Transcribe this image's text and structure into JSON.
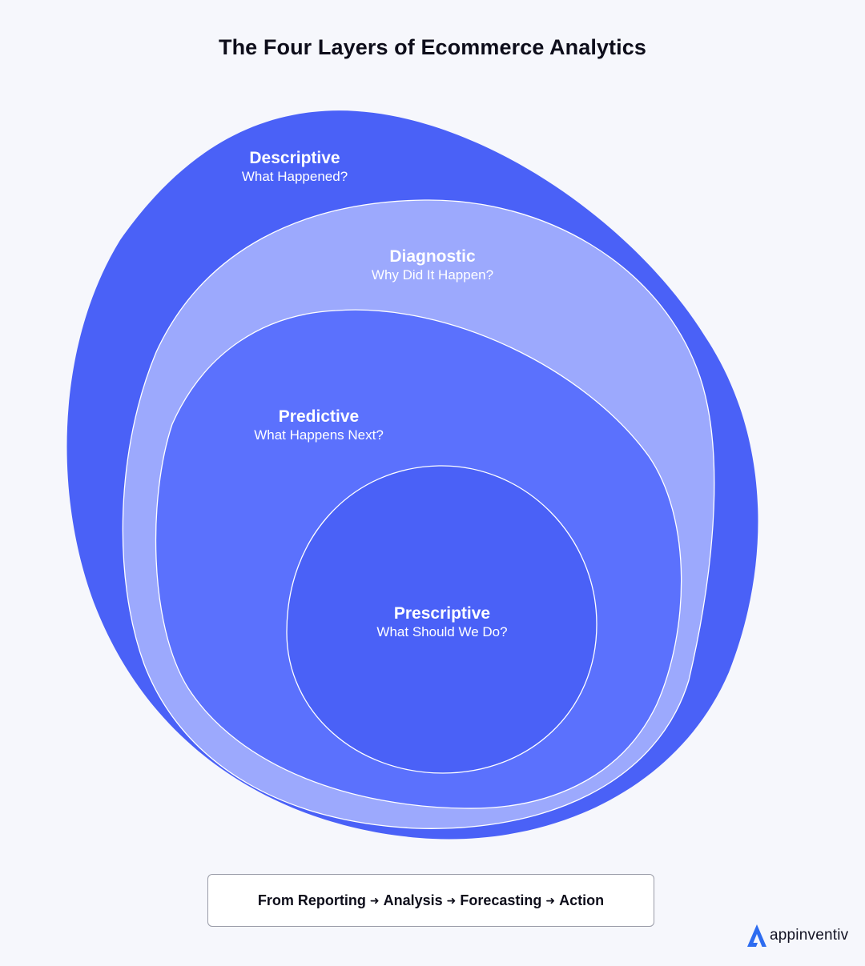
{
  "title": "The Four Layers of Ecommerce Analytics",
  "colors": {
    "descriptive": "#4a61f7",
    "diagnostic": "#9ca9fd",
    "predictive": "#5b71fd",
    "prescriptive": "#4a61f7",
    "outline": "#ffffff",
    "brand": "#2e6cf0"
  },
  "layers": [
    {
      "name": "Descriptive",
      "question": "What Happened?"
    },
    {
      "name": "Diagnostic",
      "question": "Why Did It Happen?"
    },
    {
      "name": "Predictive",
      "question": "What Happens Next?"
    },
    {
      "name": "Prescriptive",
      "question": "What Should We Do?"
    }
  ],
  "flow": {
    "steps": [
      "From Reporting",
      "Analysis",
      "Forecasting",
      "Action"
    ],
    "separator": "➜"
  },
  "brand": {
    "name": "appinventiv",
    "icon": "appinventiv-logo-icon"
  }
}
